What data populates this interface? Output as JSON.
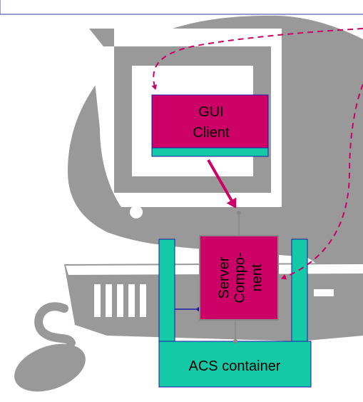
{
  "boxes": {
    "gui_client": {
      "line1": "GUI",
      "line2": "Client"
    },
    "server_component": {
      "line1": "Server",
      "line2": "Compo-",
      "line3": "nent"
    },
    "acs_container": {
      "label": "ACS container"
    }
  },
  "colors": {
    "magenta": "#cc0066",
    "teal": "#13c9a6",
    "navy": "#1c1ca8",
    "grey_art": "#999999",
    "white": "#ffffff",
    "connector_grey": "#888888"
  }
}
